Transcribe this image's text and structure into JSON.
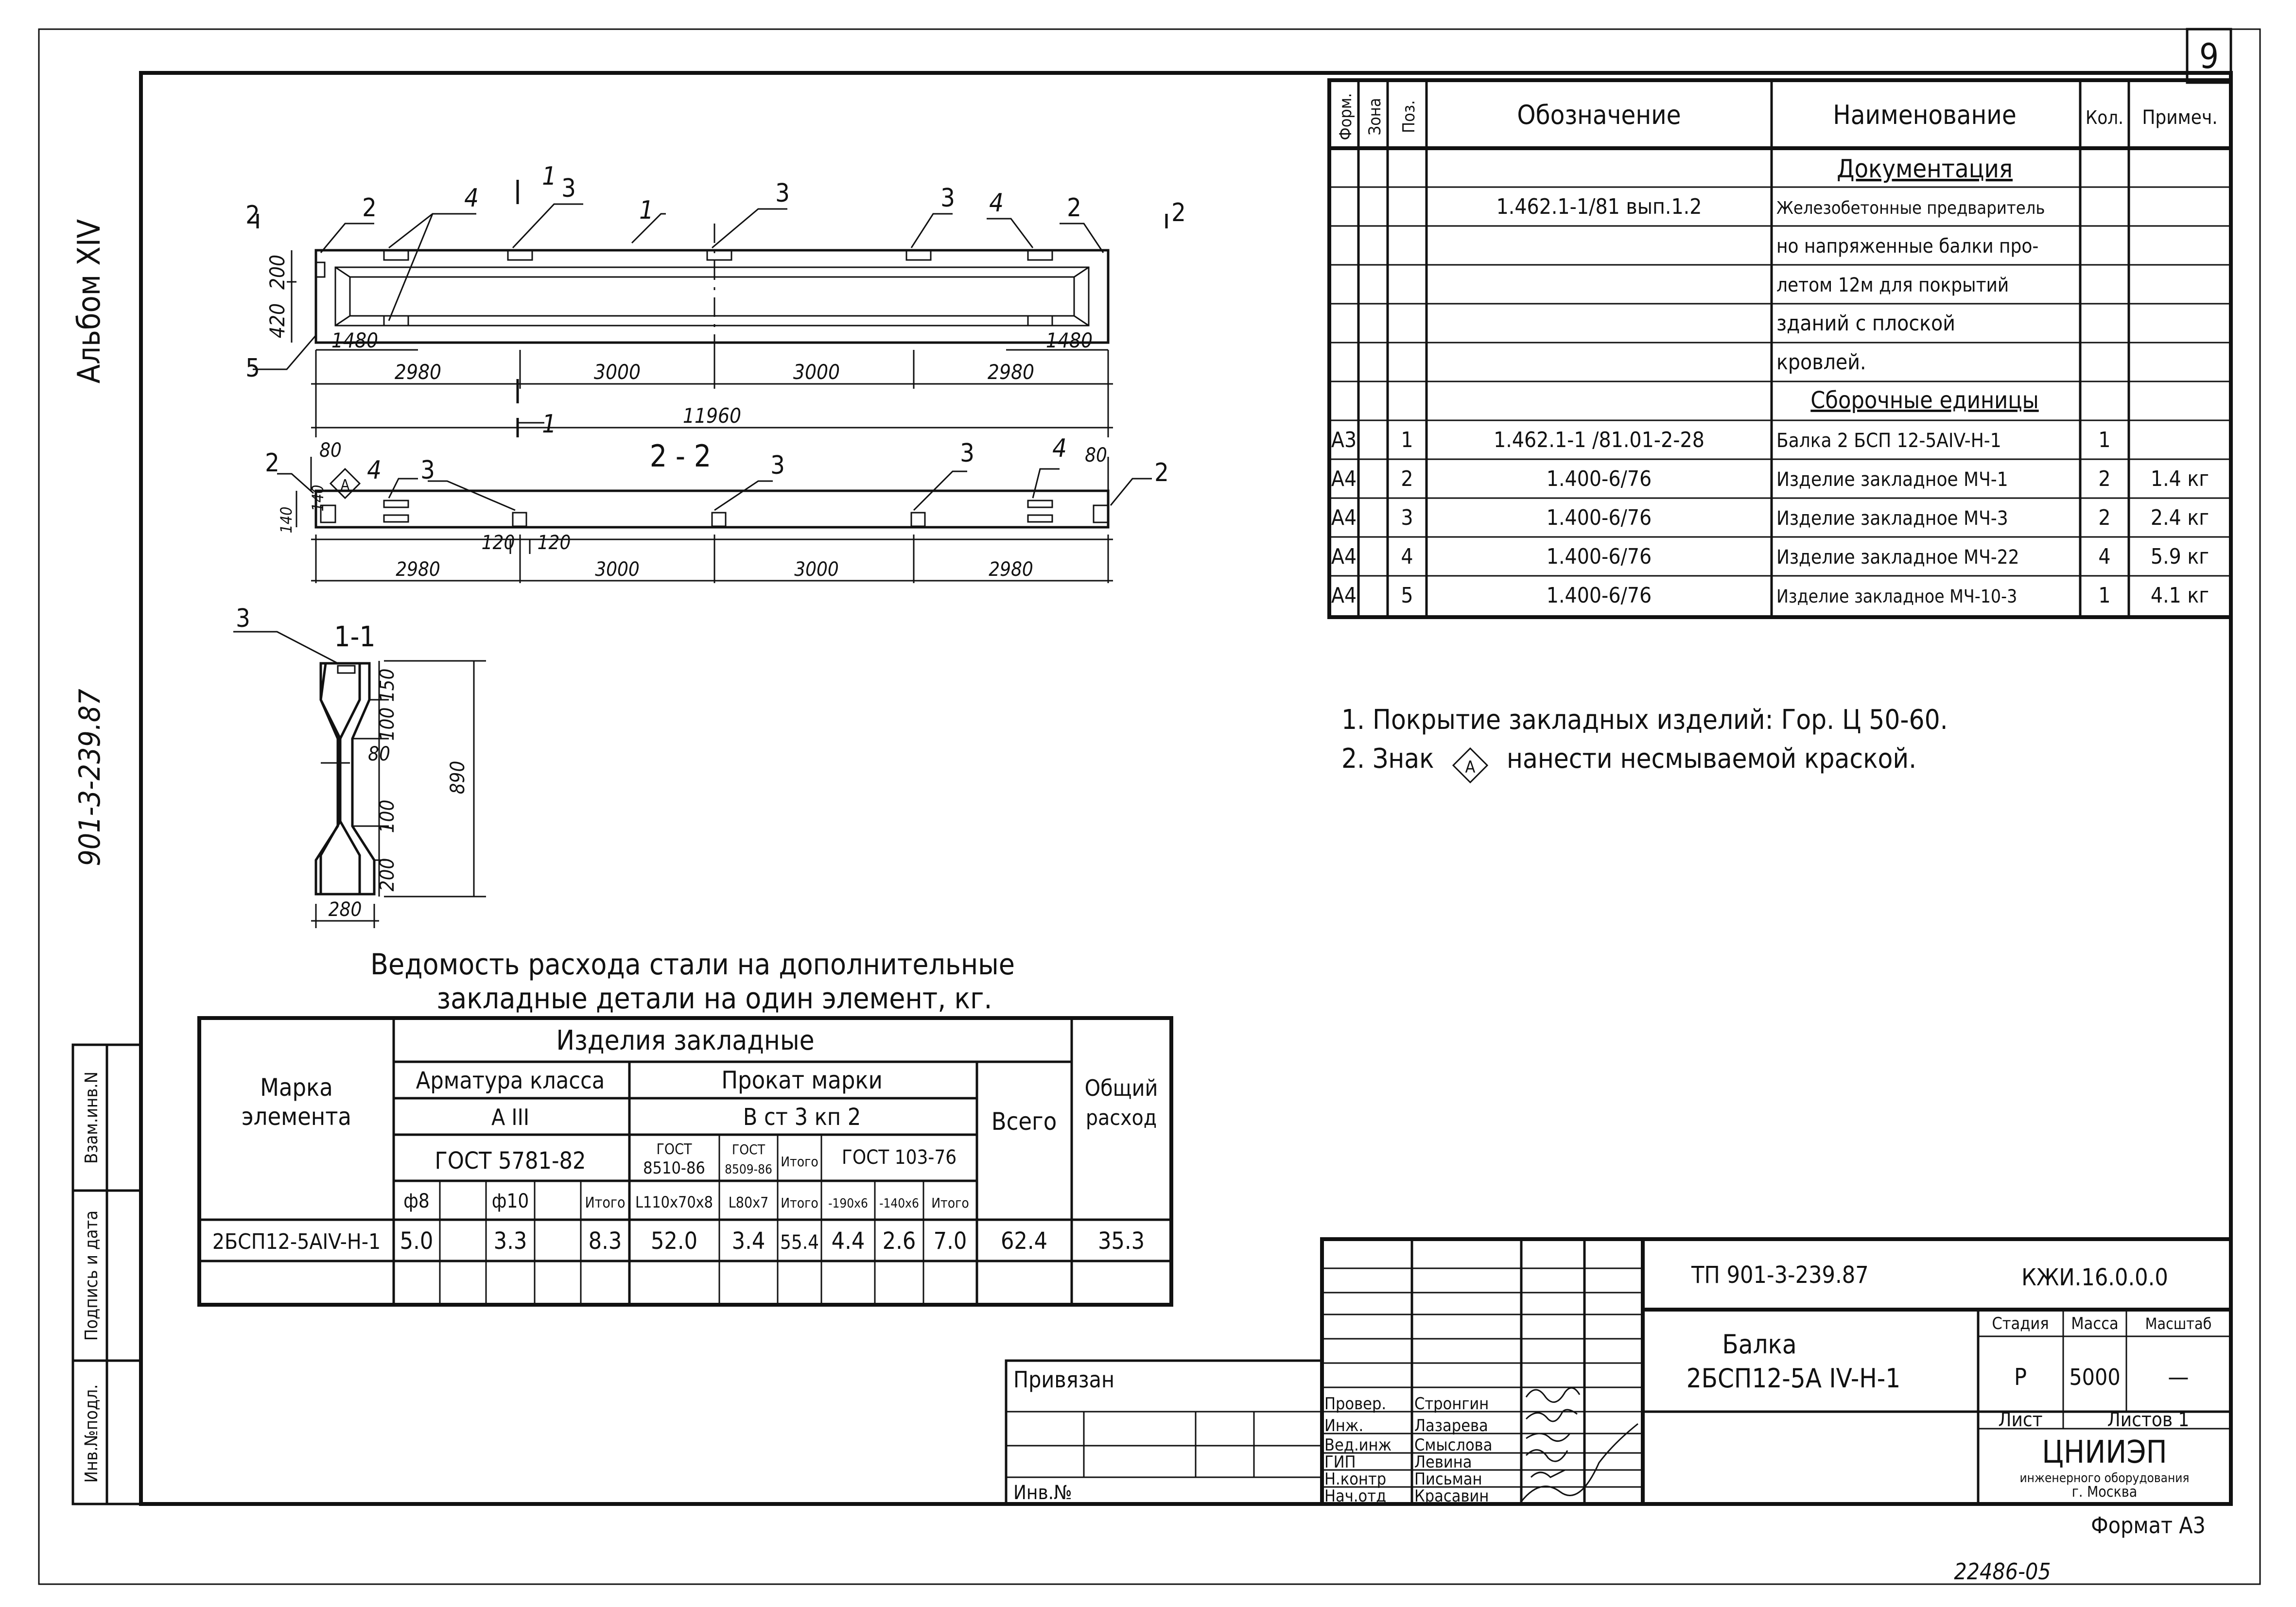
{
  "sheet": {
    "sheet_number": "9",
    "album": "Альбом XIV",
    "project_code_side": "901-3-239.87",
    "bottom_code": "22486-05",
    "format": "Формат А3"
  },
  "side_stamp": {
    "cells": [
      "Взам.инв.N",
      "Подпись и дата",
      "Инв.№подл."
    ]
  },
  "drawing": {
    "view_mark": "2",
    "section_mark": "1",
    "section_view_label": "2 - 2",
    "section_label": "1-1",
    "marks_pos": [
      "1",
      "2",
      "3",
      "4",
      "5"
    ],
    "plan_dims": [
      "200",
      "420",
      "1480",
      "1480",
      "2980",
      "3000",
      "3000",
      "2980",
      "11960"
    ],
    "elev_dims": [
      "80",
      "140",
      "140",
      "80",
      "120",
      "120",
      "2980",
      "3000",
      "3000",
      "2980"
    ],
    "sec_dims": [
      "150",
      "100",
      "890",
      "80",
      "100",
      "200",
      "280"
    ],
    "a_mark": "А"
  },
  "spec_table": {
    "headers": [
      "Форм.",
      "Зона",
      "Поз.",
      "Обозначение",
      "Наименование",
      "Кол.",
      "Примеч."
    ],
    "rows": [
      [
        "",
        "",
        "",
        "",
        "Документация",
        "",
        ""
      ],
      [
        "",
        "",
        "",
        "1.462.1-1/81 вып.1.2",
        "Железобетонные предваритель",
        "",
        ""
      ],
      [
        "",
        "",
        "",
        "",
        "но напряженные балки про-",
        "",
        ""
      ],
      [
        "",
        "",
        "",
        "",
        "летом 12м для покрытий",
        "",
        ""
      ],
      [
        "",
        "",
        "",
        "",
        "зданий с плоской",
        "",
        ""
      ],
      [
        "",
        "",
        "",
        "",
        "кровлей.",
        "",
        ""
      ],
      [
        "",
        "",
        "",
        "",
        "Сборочные единицы",
        "",
        ""
      ],
      [
        "А3",
        "",
        "1",
        "1.462.1-1 /81.01-2-28",
        "Балка 2 БСП 12-5АIV-Н-1",
        "1",
        ""
      ],
      [
        "А4",
        "",
        "2",
        "1.400-6/76",
        "Изделие закладное МЧ-1",
        "2",
        "1.4 кг"
      ],
      [
        "А4",
        "",
        "3",
        "1.400-6/76",
        "Изделие закладное МЧ-3",
        "2",
        "2.4 кг"
      ],
      [
        "А4",
        "",
        "4",
        "1.400-6/76",
        "Изделие закладное МЧ-22",
        "4",
        "5.9 кг"
      ],
      [
        "А4",
        "",
        "5",
        "1.400-6/76",
        "Изделие закладное МЧ-10-3",
        "1",
        "4.1 кг"
      ]
    ]
  },
  "notes": [
    "1. Покрытие закладных изделий: Гор. Ц 50-60.",
    "2. Знак",
    "нанести несмываемой краской."
  ],
  "steel_table": {
    "title_line1": "Ведомость расхода стали на дополнительные",
    "title_line2": "закладные детали на один элемент, кг.",
    "h_mark": [
      "Марка",
      "элемента"
    ],
    "h_products": "Изделия закладные",
    "h_rebar": "Арматура класса",
    "h_rebar_class": "А III",
    "h_rebar_gost": "ГОСТ 5781-82",
    "h_rolled": "Прокат марки",
    "h_rolled_grade": "В ст 3 кп 2",
    "h_gost1": [
      "ГОСТ",
      "8510-86"
    ],
    "h_gost2": [
      "ГОСТ",
      "8509-86"
    ],
    "h_itogo": "Итого",
    "h_gost3": "ГОСТ 103-76",
    "h_vsego": "Всего",
    "h_total": [
      "Общий",
      "расход"
    ],
    "sub": [
      "ф8",
      "",
      "ф10",
      "",
      "Итого",
      "L110х70х8",
      "L80х7",
      "Итого",
      "-190х6",
      "-140х6",
      "Итого"
    ],
    "row": [
      "2БСП12-5АIV-Н-1",
      "5.0",
      "",
      "3.3",
      "",
      "8.3",
      "52.0",
      "3.4",
      "55.4",
      "4.4",
      "2.6",
      "7.0",
      "62.4",
      "35.3"
    ]
  },
  "title_block": {
    "privyazan": "Привязан",
    "inv": "Инв.№",
    "doc_code": "ТП 901-3-239.87",
    "sheet_code": "КЖИ.16.0.0.0",
    "title": [
      "Балка",
      "2БСП12-5А IV-Н-1"
    ],
    "stage_h": "Стадия",
    "mass_h": "Масса",
    "scale_h": "Масштаб",
    "stage": "Р",
    "mass": "5000",
    "scale": "—",
    "list_h": "Лист",
    "lists_h": "Листов 1",
    "org": [
      "ЦНИИЭП",
      "инженерного оборудования",
      "г. Москва"
    ],
    "signers": [
      [
        "Провер.",
        "Стронгин"
      ],
      [
        "Инж.",
        "Лазарева"
      ],
      [
        "Вед.инж",
        "Смыслова"
      ],
      [
        "ГИП",
        "Левина"
      ],
      [
        "Н.контр",
        "Письман"
      ],
      [
        "Нач.отд",
        "Красавин"
      ]
    ]
  }
}
